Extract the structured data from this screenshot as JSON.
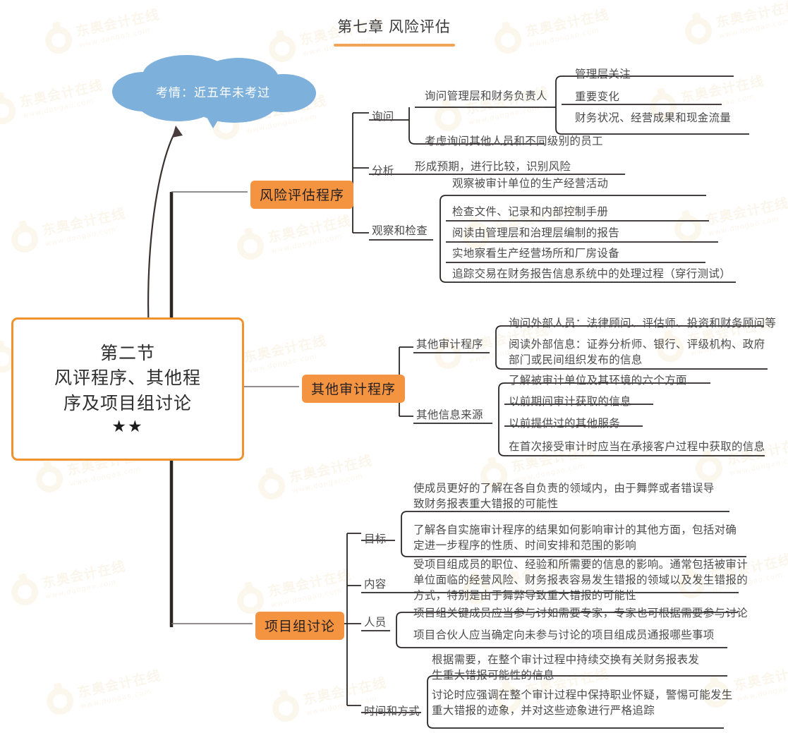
{
  "header": {
    "title": "第七章 风险评估"
  },
  "cloud": {
    "label": "考情：近五年未考过"
  },
  "root": {
    "line1": "第二节",
    "line2": "风评程序、其他程",
    "line3": "序及项目组讨论",
    "stars": "★★"
  },
  "branches": [
    {
      "label": "风险评估程序",
      "groups": [
        {
          "label": "询问",
          "items": [
            {
              "text": "询问管理层和财务负责人",
              "children": [
                "管理层关注",
                "重要变化",
                "财务状况、经营成果和现金流量"
              ]
            },
            {
              "text": "考虑询问其他人员和不同级别的员工",
              "children": []
            }
          ]
        },
        {
          "label": "分析",
          "items": [
            {
              "text": "形成预期，进行比较，识别风险",
              "children": []
            }
          ]
        },
        {
          "label": "观察和检查",
          "items": [
            {
              "text": "观察被审计单位的生产经营活动",
              "children": []
            },
            {
              "text": "检查文件、记录和内部控制手册",
              "children": []
            },
            {
              "text": "阅读由管理层和治理层编制的报告",
              "children": []
            },
            {
              "text": "实地察看生产经营场所和厂房设备",
              "children": []
            },
            {
              "text": "追踪交易在财务报告信息系统中的处理过程（穿行测试）",
              "children": []
            }
          ]
        }
      ]
    },
    {
      "label": "其他审计程序",
      "groups": [
        {
          "label": "其他审计程序",
          "items": [
            {
              "text": "询问外部人员：法律顾问、评估师、投资和财务顾问等",
              "children": []
            },
            {
              "text": "阅读外部信息：证券分析师、银行、评级机构、政府\n部门或民间组织发布的信息",
              "children": []
            }
          ]
        },
        {
          "label": "其他信息来源",
          "items": [
            {
              "text": "了解被审计单位及其环境的六个方面",
              "children": []
            },
            {
              "text": "以前期间审计获取的信息",
              "children": []
            },
            {
              "text": "以前提供过的其他服务",
              "children": []
            },
            {
              "text": "在首次接受审计时应当在承接客户过程中获取的信息",
              "children": []
            }
          ]
        }
      ]
    },
    {
      "label": "项目组讨论",
      "groups": [
        {
          "label": "目标",
          "items": [
            {
              "text": "使成员更好的了解在各自负责的领域内，由于舞弊或者错误导\n致财务报表重大错报的可能性",
              "children": []
            },
            {
              "text": "了解各自实施审计程序的结果如何影响审计的其他方面，包括对确\n定进一步程序的性质、时间安排和范围的影响",
              "children": []
            }
          ]
        },
        {
          "label": "内容",
          "items": [
            {
              "text": "受项目组成员的职位、经验和所需要的信息的影响。通常包括被审计\n单位面临的经营风险、财务报表容易发生错报的领域以及发生错报的\n方式，特别是由于舞弊导致重大错报的可能性",
              "children": []
            }
          ]
        },
        {
          "label": "人员",
          "items": [
            {
              "text": "项目组关键成员应当参与讨如需要专家，专家也可根据需要参与讨论",
              "children": []
            },
            {
              "text": "项目合伙人应当确定向未参与讨论的项目组成员通报哪些事项",
              "children": []
            }
          ]
        },
        {
          "label": "时间和方式",
          "items": [
            {
              "text": "根据需要，在整个审计过程中持续交换有关财务报表发\n生重大错报可能性的信息",
              "children": []
            },
            {
              "text": "讨论时应强调在整个审计过程中保持职业怀疑，警惕可能发生\n重大错报的迹象，并对这些迹象进行严格追踪",
              "children": []
            }
          ]
        }
      ]
    }
  ],
  "watermark": {
    "brand": "东奥会计在线",
    "url": "www.dongao.com"
  },
  "colors": {
    "accent_orange": "#f59440",
    "root_border": "#f0932f",
    "cloud_blue": "#7eb0dc",
    "line_dark": "#2f2a2a",
    "text": "#4b4b4b"
  }
}
